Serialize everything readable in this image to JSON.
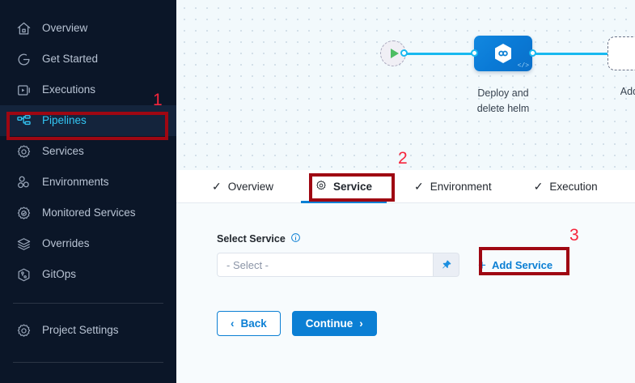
{
  "sidebar": {
    "items": [
      {
        "label": "Overview",
        "icon": "home-icon",
        "active": false
      },
      {
        "label": "Get Started",
        "icon": "get-started-icon",
        "active": false
      },
      {
        "label": "Executions",
        "icon": "executions-icon",
        "active": false
      },
      {
        "label": "Pipelines",
        "icon": "pipelines-icon",
        "active": true
      },
      {
        "label": "Services",
        "icon": "gear-icon",
        "active": false
      },
      {
        "label": "Environments",
        "icon": "environments-icon",
        "active": false
      },
      {
        "label": "Monitored Services",
        "icon": "monitored-services-icon",
        "active": false
      },
      {
        "label": "Overrides",
        "icon": "layers-icon",
        "active": false
      },
      {
        "label": "GitOps",
        "icon": "gitops-icon",
        "active": false
      }
    ],
    "footer": {
      "label": "Project Settings",
      "icon": "gear-icon"
    }
  },
  "canvas": {
    "start_node": {
      "name": "pipeline-start-node",
      "icon": "play-icon"
    },
    "end_node": {
      "name": "pipeline-end-node",
      "icon": "stop-icon"
    },
    "stage": {
      "label": "Deploy and\ndelete helm",
      "label_line1": "Deploy and",
      "label_line2": "delete helm",
      "icon": "harness-hexagon-icon",
      "code_badge": "</>"
    },
    "add_stage": {
      "label": "Add Stage",
      "icon": "plus-icon"
    }
  },
  "tabs": [
    {
      "label": "Overview",
      "icon": "check-icon",
      "active": false
    },
    {
      "label": "Service",
      "icon": "gear-icon",
      "active": true
    },
    {
      "label": "Environment",
      "icon": "check-icon",
      "active": false
    },
    {
      "label": "Execution",
      "icon": "check-icon",
      "active": false
    }
  ],
  "form": {
    "select_service_label": "Select Service",
    "info_icon": "info-icon",
    "select_placeholder": "- Select -",
    "pin_icon": "pin-icon",
    "add_service_label": "Add Service",
    "add_service_plus": "+",
    "back_label": "Back",
    "back_chevron": "‹",
    "continue_label": "Continue",
    "continue_chevron": "›"
  },
  "annotations": [
    {
      "number": "1",
      "target": "sidebar-item-pipelines"
    },
    {
      "number": "2",
      "target": "tab-service"
    },
    {
      "number": "3",
      "target": "add-service-button"
    }
  ],
  "colors": {
    "sidebar_bg": "#0b1628",
    "sidebar_active_bg": "#14243c",
    "accent_cyan": "#33c5f3",
    "primary_blue": "#0b7fd4",
    "wire_blue": "#19b9f0",
    "annotation_box": "#9f0712",
    "annotation_number": "#f6253c"
  }
}
